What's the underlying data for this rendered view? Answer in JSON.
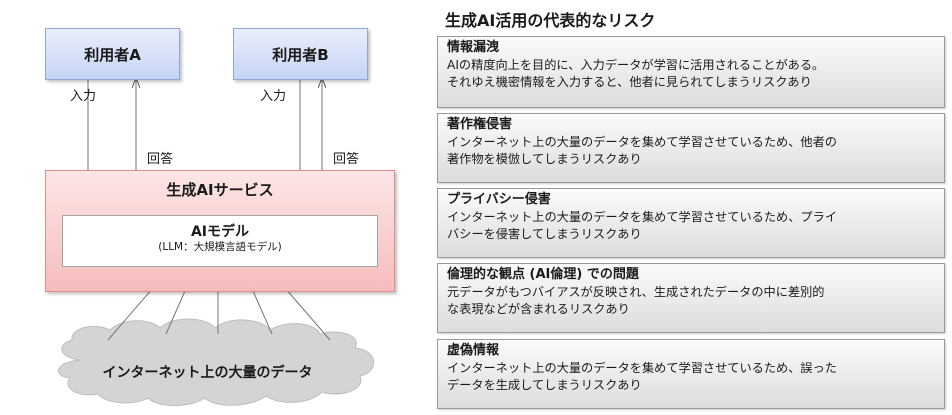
{
  "diagram": {
    "user_a": "利用者A",
    "user_b": "利用者B",
    "input_label": "入力",
    "answer_label": "回答",
    "service_title": "生成AIサービス",
    "model_title": "AIモデル",
    "model_subtitle": "(LLM：大規模言語モデル)",
    "cloud_label": "インターネット上の大量のデータ"
  },
  "risks": {
    "heading": "生成AI活用の代表的なリスク",
    "items": [
      {
        "title": "情報漏洩",
        "lines": [
          "AIの精度向上を目的に、入力データが学習に活用されることがある。",
          "それゆえ機密情報を入力すると、他者に見られてしまうリスクあり"
        ]
      },
      {
        "title": "著作権侵害",
        "lines": [
          "インターネット上の大量のデータを集めて学習させているため、他者の",
          "著作物を模倣してしまうリスクあり"
        ]
      },
      {
        "title": "プライバシー侵害",
        "lines": [
          "インターネット上の大量のデータを集めて学習させているため、プライ",
          "バシーを侵害してしまうリスクあり"
        ]
      },
      {
        "title": "倫理的な観点 (AI倫理) での問題",
        "lines": [
          "元データがもつバイアスが反映され、生成されたデータの中に差別的",
          "な表現などが含まれるリスクあり"
        ]
      },
      {
        "title": "虚偽情報",
        "lines": [
          "インターネット上の大量のデータを集めて学習させているため、誤った",
          "データを生成してしまうリスクあり"
        ]
      }
    ]
  }
}
